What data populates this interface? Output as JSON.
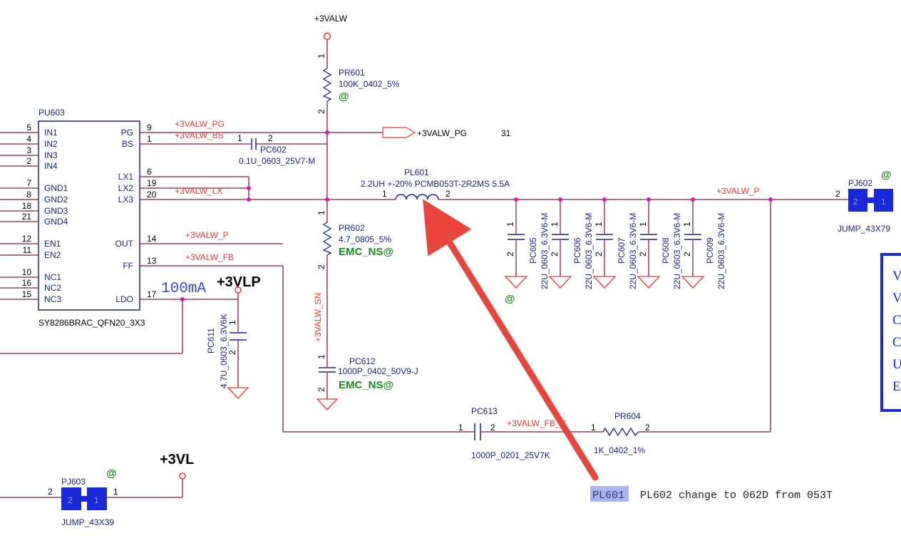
{
  "ic": {
    "refdes": "PU603",
    "part": "SY8286BRAC_QFN20_3X3",
    "left_pins": [
      {
        "num": "5",
        "name": "IN1"
      },
      {
        "num": "4",
        "name": "IN2"
      },
      {
        "num": "3",
        "name": "IN3"
      },
      {
        "num": "2",
        "name": "IN4"
      },
      {
        "num": "7",
        "name": "GND1"
      },
      {
        "num": "8",
        "name": "GND2"
      },
      {
        "num": "18",
        "name": "GND3"
      },
      {
        "num": "21",
        "name": "GND4"
      },
      {
        "num": "12",
        "name": "EN1"
      },
      {
        "num": "11",
        "name": "EN2"
      },
      {
        "num": "10",
        "name": "NC1"
      },
      {
        "num": "16",
        "name": "NC2"
      },
      {
        "num": "15",
        "name": "NC3"
      }
    ],
    "right_pins": [
      {
        "num": "9",
        "name": "PG"
      },
      {
        "num": "1",
        "name": "BS"
      },
      {
        "num": "6",
        "name": "LX1"
      },
      {
        "num": "19",
        "name": "LX2"
      },
      {
        "num": "20",
        "name": "LX3"
      },
      {
        "num": "14",
        "name": "OUT"
      },
      {
        "num": "13",
        "name": "FF"
      },
      {
        "num": "17",
        "name": "LDO"
      }
    ]
  },
  "nets": {
    "pg": "+3VALW_PG",
    "bs": "+3VALW_BS",
    "lx": "+3VALW_LX",
    "p": "+3VALW_P",
    "fb": "+3VALW_FB",
    "p_right": "+3VALW_P",
    "sn": "+3VALW_SN",
    "fbc": "+3VALW_FB_C",
    "pg_offpage": "+3VALW_PG",
    "pg_sheet": "31"
  },
  "power": {
    "valw": "+3VALW",
    "vlp": "+3VLP",
    "vl": "+3VL"
  },
  "components": {
    "pr601": {
      "ref": "PR601",
      "val": "100K_0402_5%",
      "tag": "@",
      "pin1": "1",
      "pin2": "2"
    },
    "pc602": {
      "ref": "PC602",
      "val": "0.1U_0603_25V7-M",
      "pin1": "1",
      "pin2": "2"
    },
    "pl601": {
      "ref": "PL601",
      "val": "2.2UH +-20% PCMB053T-2R2MS 5.5A",
      "pin1": "1",
      "pin2": "2"
    },
    "pr602": {
      "ref": "PR602",
      "val": "4.7_0805_5%",
      "tag": "EMC_NS@",
      "pin1": "1",
      "pin2": "2"
    },
    "pc612": {
      "ref": "PC612",
      "val": "1000P_0402_50V9-J",
      "tag": "EMC_NS@",
      "pin1": "1",
      "pin2": "2"
    },
    "pc611": {
      "ref": "PC611",
      "val": "4.7U_0603_6.3V6K",
      "pin1": "1",
      "pin2": "2"
    },
    "out_caps": [
      {
        "ref": "PC605",
        "val": "22U_0603_6.3V6-M"
      },
      {
        "ref": "PC606",
        "val": "22U_0603_6.3V6-M"
      },
      {
        "ref": "PC607",
        "val": "22U_0603_6.3V6-M"
      },
      {
        "ref": "PC608",
        "val": "22U_0603_6.3V6-M"
      },
      {
        "ref": "PC609",
        "val": "22U_0603_6.3V6-M"
      }
    ],
    "out_cap_pin1": "1",
    "out_cap_pin2": "2",
    "pc605_tag": "@",
    "pc613": {
      "ref": "PC613",
      "val": "1000P_0201_25V7K",
      "pin1": "1",
      "pin2": "2"
    },
    "pr604": {
      "ref": "PR604",
      "val": "1K_0402_1%",
      "pin1": "1",
      "pin2": "2"
    },
    "pj602": {
      "ref": "PJ602",
      "val": "JUMP_43X79",
      "tag": "@",
      "pin1": "1",
      "pin2": "2"
    },
    "pj603": {
      "ref": "PJ603",
      "val": "JUMP_43X39",
      "tag": "@",
      "pin1": "1",
      "pin2": "2"
    }
  },
  "annotations": {
    "current": "100mA",
    "note_highlight": "PL601",
    "note_rest": "PL602 change to 062D from 053T",
    "right_box_letters": [
      "V",
      "V",
      "C",
      "C",
      "U",
      "E"
    ],
    "arrow_color": "#e8453c"
  }
}
